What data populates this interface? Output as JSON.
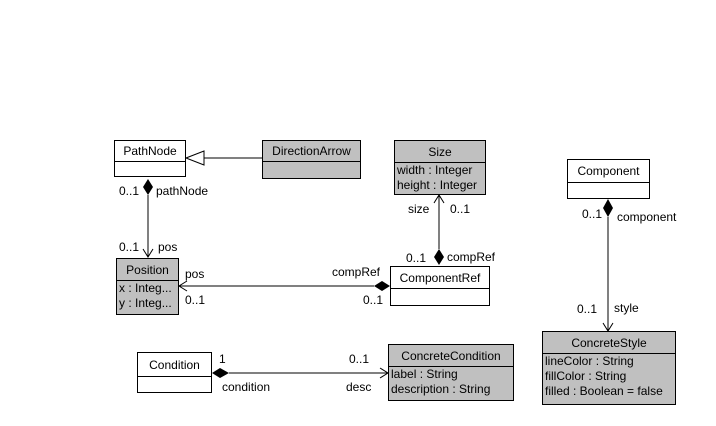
{
  "classes": {
    "pathnode": {
      "name": "PathNode"
    },
    "directionarrow": {
      "name": "DirectionArrow"
    },
    "size": {
      "name": "Size",
      "attrs": [
        "width : Integer",
        "height : Integer"
      ]
    },
    "component": {
      "name": "Component"
    },
    "position": {
      "name": "Position",
      "attrs": [
        "x : Integ...",
        "y : Integ..."
      ]
    },
    "componentref": {
      "name": "ComponentRef"
    },
    "concretestyle": {
      "name": "ConcreteStyle",
      "attrs": [
        "lineColor : String",
        "fillColor : String",
        "filled : Boolean = false"
      ]
    },
    "condition": {
      "name": "Condition"
    },
    "concretecondition": {
      "name": "ConcreteCondition",
      "attrs": [
        "label : String",
        "description : String"
      ]
    }
  },
  "associations": {
    "pathnode_position": {
      "source_mult": "0..1",
      "source_role": "pathNode",
      "target_mult": "0..1",
      "target_role": "pos"
    },
    "componentref_size": {
      "source_mult": "0..1",
      "source_role": "compRef",
      "target_mult": "0..1",
      "target_role": "size"
    },
    "componentref_position": {
      "source_mult": "0..1",
      "source_role": "compRef",
      "target_mult": "0..1",
      "target_role": "pos"
    },
    "component_style": {
      "source_mult": "0..1",
      "source_role": "component",
      "target_mult": "0..1",
      "target_role": "style"
    },
    "condition_concrete": {
      "source_mult": "1",
      "source_role": "condition",
      "target_mult": "0..1",
      "target_role": "desc"
    }
  },
  "colors": {
    "filled_class": "#c0c0c0",
    "plain_class": "#ffffff",
    "line": "#000000"
  }
}
